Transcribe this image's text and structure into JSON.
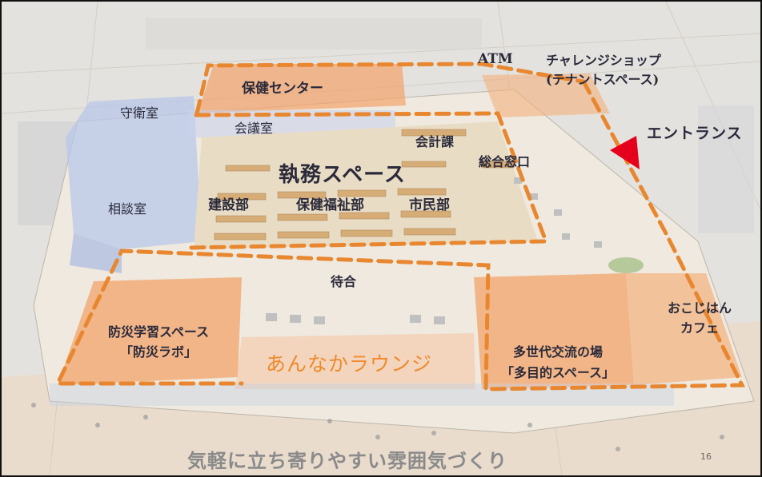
{
  "labels": {
    "atm": "ATM",
    "challenge_shop_line1": "チャレンジショップ",
    "challenge_shop_line2": "(テナントスペース)",
    "health_center": "保健センター",
    "guard_room": "守衛室",
    "meeting_room": "会議室",
    "accounting": "会計課",
    "general_window": "総合窓口",
    "entrance": "エントランス",
    "office_space": "執務スペース",
    "consultation_room": "相談室",
    "construction_dept": "建設部",
    "health_welfare_dept": "保健福祉部",
    "citizen_dept": "市民部",
    "waiting": "待合",
    "okojihan_line1": "おこじはん",
    "okojihan_line2": "カフェ",
    "disaster_line1": "防災学習スペース",
    "disaster_line2": "「防災ラボ」",
    "lounge": "あんなかラウンジ",
    "multi_gen_line1": "多世代交流の場",
    "multi_gen_line2": "「多目的スペース」"
  },
  "caption": "気軽に立ち寄りやすい雰囲気づくり",
  "page_number": "16",
  "colors": {
    "zone_fill": "#f3a36b",
    "dash": "#e8872f",
    "blue_zone": "#b8c7e8",
    "entrance_arrow": "#e5001c",
    "lounge_text": "#ee8a2e"
  }
}
